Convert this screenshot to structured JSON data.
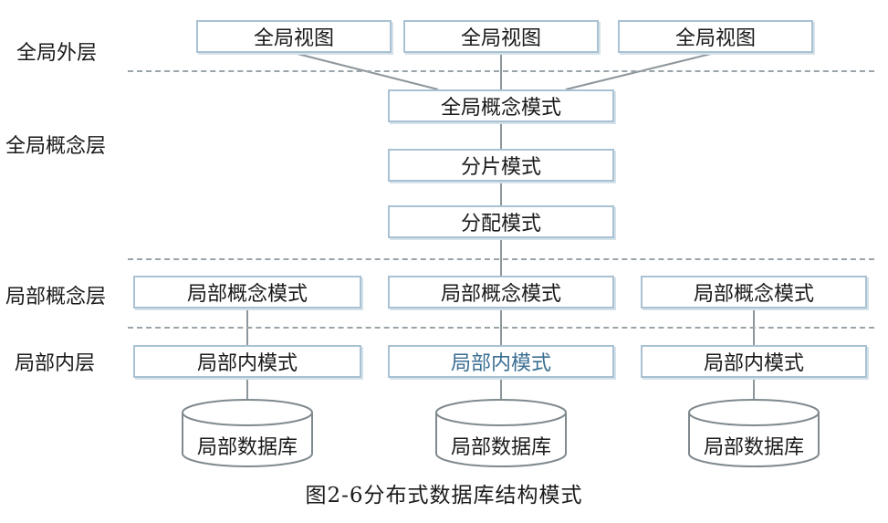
{
  "layers": {
    "global_external": "全局外层",
    "global_conceptual": "全局概念层",
    "local_conceptual": "局部概念层",
    "local_internal": "局部内层"
  },
  "global_views": [
    "全局视图",
    "全局视图",
    "全局视图"
  ],
  "global_schema": "全局概念模式",
  "fragment_schema": "分片模式",
  "allocation_schema": "分配模式",
  "local_conceptual_schemas": [
    "局部概念模式",
    "局部概念模式",
    "局部概念模式"
  ],
  "local_internal_schemas": [
    "局部内模式",
    "局部内模式",
    "局部内模式"
  ],
  "local_databases": [
    "局部数据库",
    "局部数据库",
    "局部数据库"
  ],
  "caption": "图2-6分布式数据库结构模式"
}
